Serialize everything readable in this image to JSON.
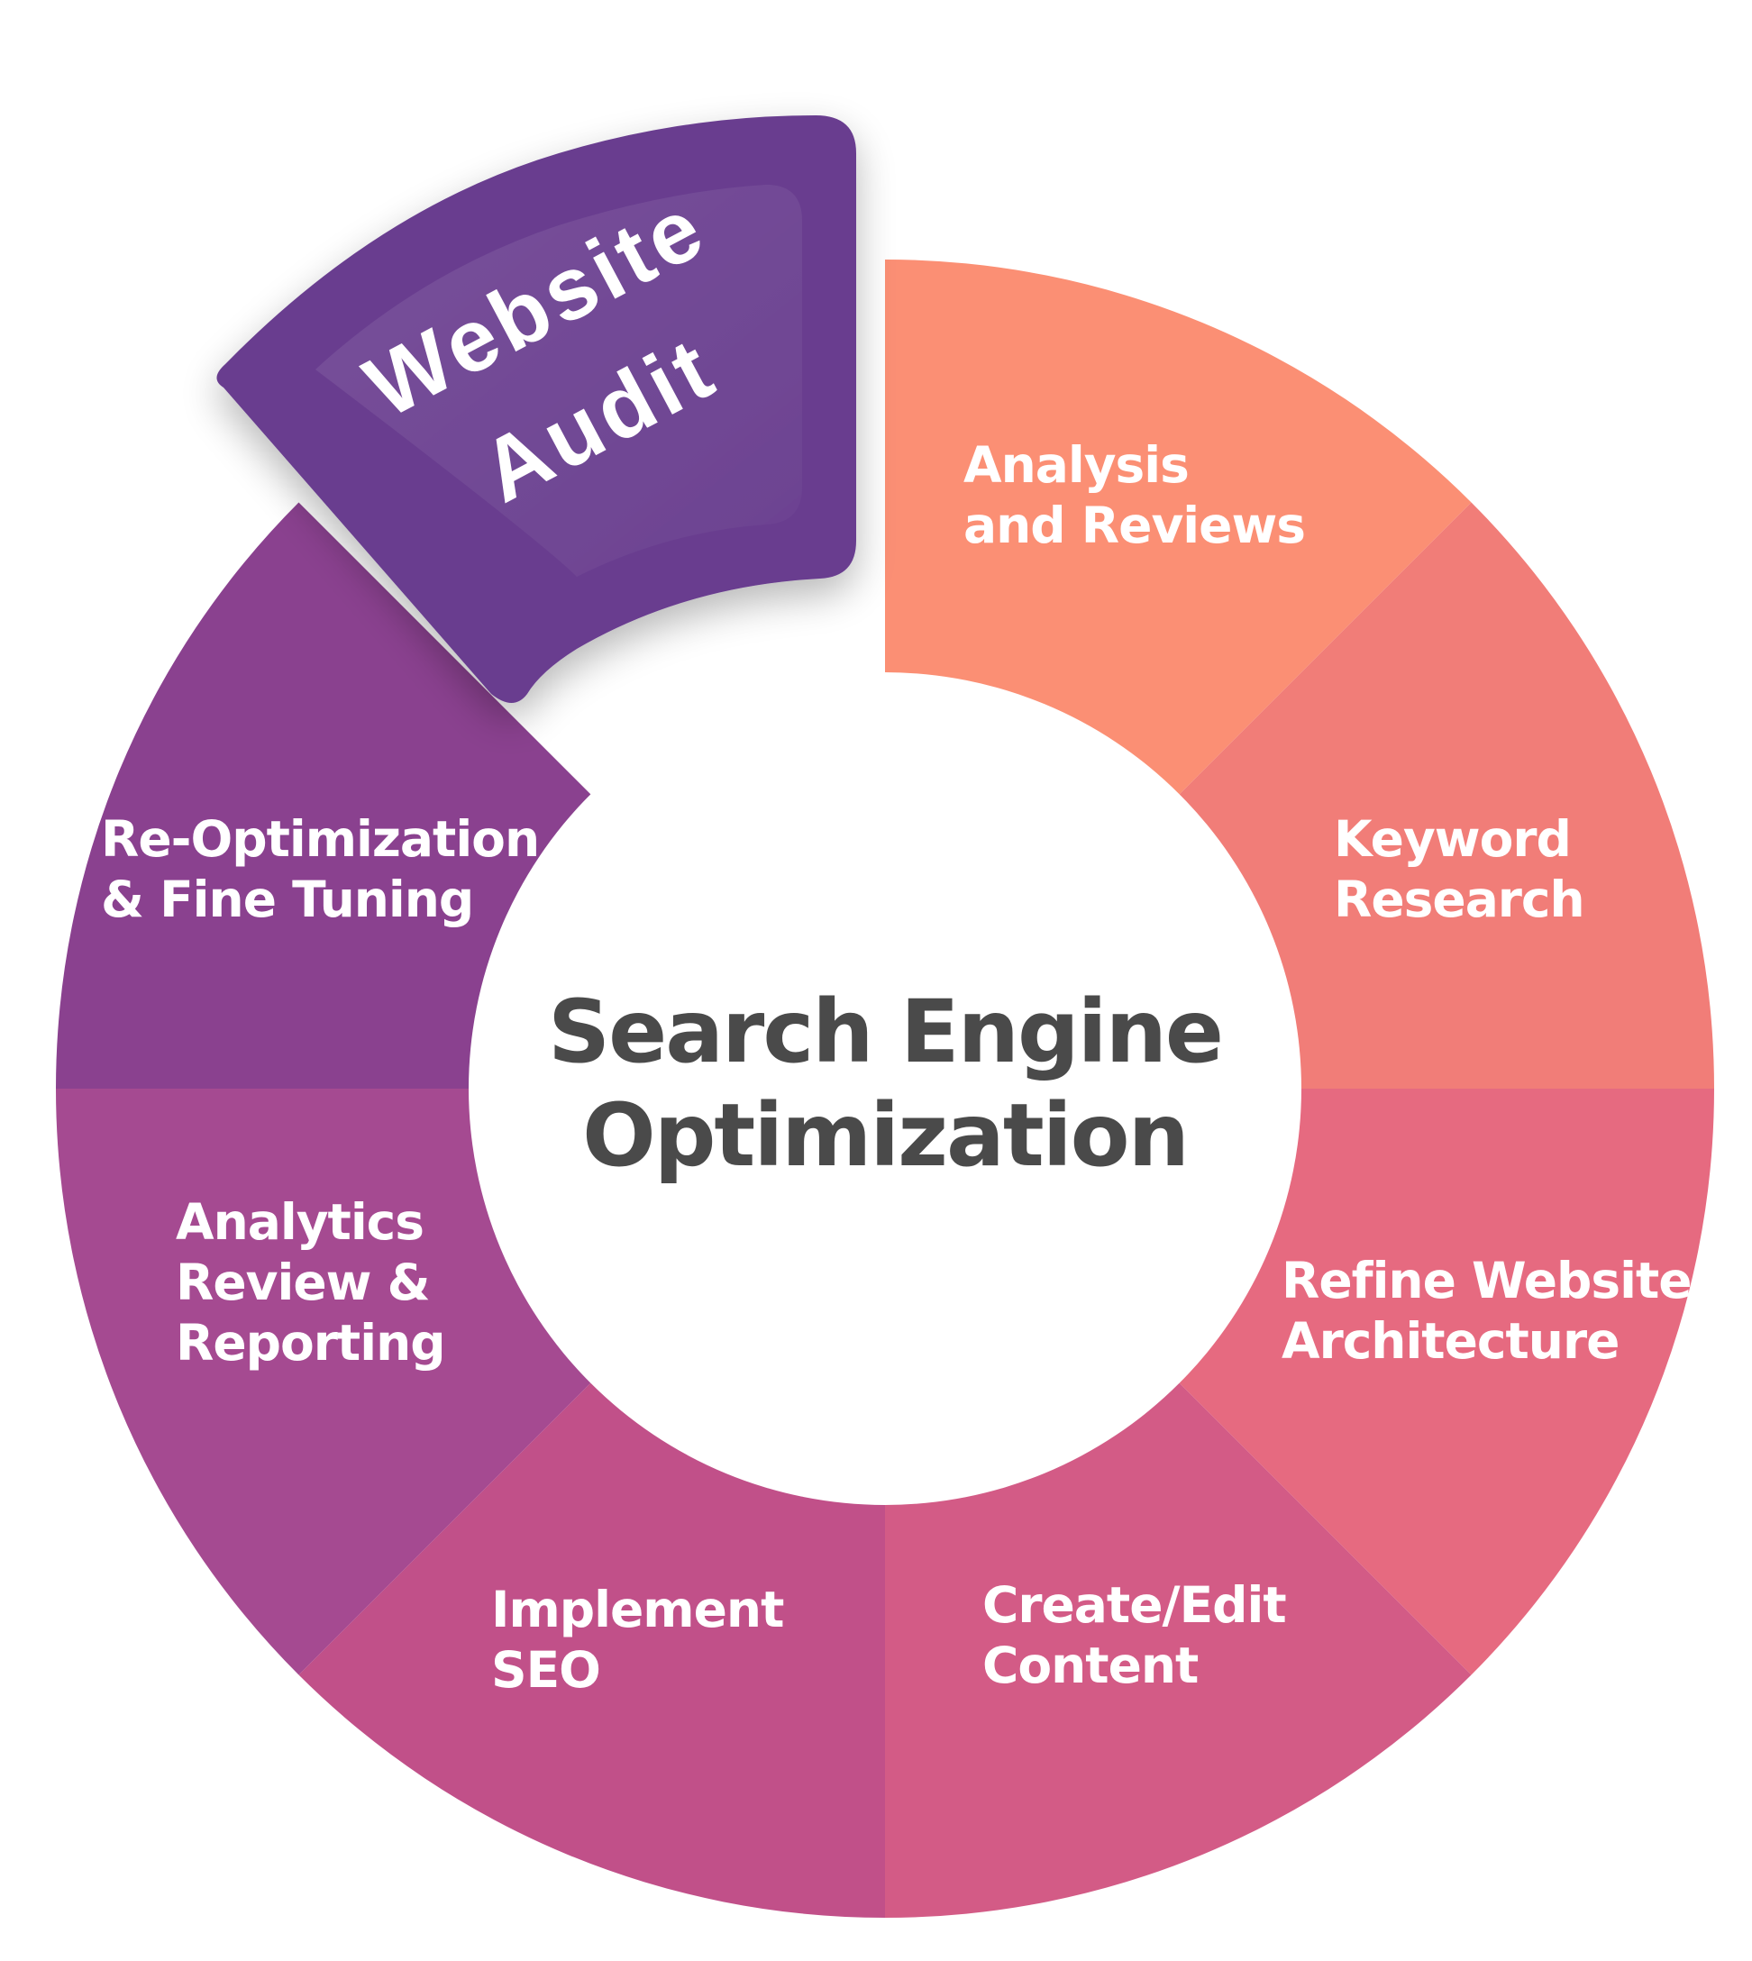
{
  "diagram": {
    "center": {
      "line1": "Search Engine",
      "line2": "Optimization"
    },
    "highlight": {
      "line1": "Website",
      "line2": "Audit",
      "color": "#693e8f"
    },
    "segments": [
      {
        "id": "analysis",
        "lines": [
          "Analysis",
          "and Reviews"
        ],
        "color": "#fb8f74"
      },
      {
        "id": "keyword",
        "lines": [
          "Keyword",
          "Research"
        ],
        "color": "#f17d78"
      },
      {
        "id": "architecture",
        "lines": [
          "Refine Website",
          "Architecture"
        ],
        "color": "#e66a80"
      },
      {
        "id": "content",
        "lines": [
          "Create/Edit",
          "Content"
        ],
        "color": "#d35b86"
      },
      {
        "id": "implement",
        "lines": [
          "Implement",
          "SEO"
        ],
        "color": "#c15089"
      },
      {
        "id": "analytics",
        "lines": [
          "Analytics",
          "Review &",
          "Reporting"
        ],
        "color": "#a54a91"
      },
      {
        "id": "reoptimization",
        "lines": [
          "Re-Optimization",
          "& Fine Tuning"
        ],
        "color": "#8a418f"
      }
    ]
  }
}
